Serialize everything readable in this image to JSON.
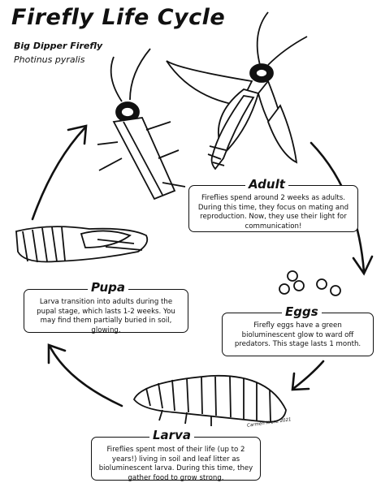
{
  "title": "Firefly Life Cycle",
  "subtitle": "Big Dipper Firefly",
  "species": "Photinus pyralis",
  "stages": {
    "adult": {
      "title": "Adult",
      "description": "Fireflies spend around 2 weeks as adults. During this time, they focus on mating and reproduction. Now, they use their light for communication!"
    },
    "eggs": {
      "title": "Eggs",
      "description": "Firefly eggs have a green bioluminescent glow to ward off predators. This stage lasts 1 month."
    },
    "larva": {
      "title": "Larva",
      "description": "Fireflies spent most of their life (up to 2 years!) living in soil and leaf litter as bioluminescent larva. During this time, they gather food to grow strong."
    },
    "pupa": {
      "title": "Pupa",
      "description": "Larva transition into adults during the pupal stage, which lasts 1-2 weeks. You may find them partially buried in soil, glowing."
    }
  },
  "credit": "Carmen Krenz 2021"
}
